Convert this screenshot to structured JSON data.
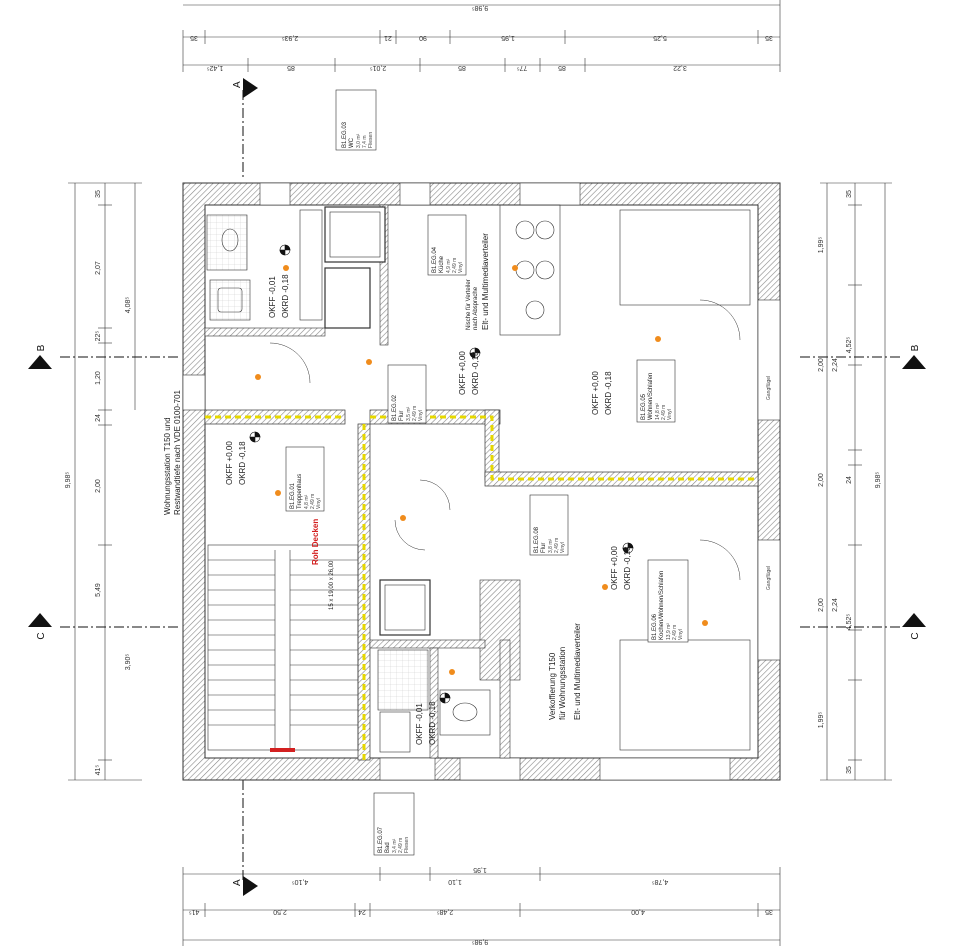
{
  "dims": {
    "top_total": "9,98⁵",
    "top_row1": [
      "35",
      "2,93⁵",
      "21",
      "90",
      "1,95",
      "5,25",
      "35"
    ],
    "top_row2": [
      "1,42⁵",
      "85",
      "2,01⁵",
      "85",
      "77⁵",
      "85",
      "3,22"
    ],
    "bottom_row1": [
      "4,10⁵",
      "1,10",
      "1,95",
      "4,78⁵"
    ],
    "bottom_row2": [
      "41⁵",
      "2,50",
      "24",
      "2,48⁵",
      "4,00",
      "35"
    ],
    "bottom_total": "9,98⁵",
    "left_outer": [
      "35",
      "2,07",
      "22⁵",
      "1,20",
      "24",
      "2,00",
      "5,49",
      "3,90⁵",
      "41⁵"
    ],
    "left_totals": [
      "4,08⁵",
      "9,98⁵"
    ],
    "right_inner": [
      "35",
      "1,99⁵",
      "2,00",
      "2,24",
      "24",
      "2,00",
      "2,24",
      "2,00",
      "1,99⁵",
      "35"
    ],
    "right_totals": [
      "4,52⁵",
      "9,98⁵",
      "4,52⁵"
    ]
  },
  "sections": {
    "a_top": "A",
    "a_bottom": "A",
    "b_left": "B",
    "b_right": "B",
    "c_left": "C",
    "c_right": "C"
  },
  "rooms": [
    {
      "id": "B1.EG.03",
      "name": "WC",
      "lines": [
        "3,0 m²",
        "7,4 m",
        "2,65 m",
        "Fliesen"
      ]
    },
    {
      "id": "B1.EG.04",
      "name": "Küche",
      "lines": [
        "4,9 m²",
        "8,0 m",
        "2,49 m",
        "Vinyl"
      ]
    },
    {
      "id": "B1.EG.02",
      "name": "Flur",
      "lines": [
        "3,5 m²",
        "7,2 m",
        "2,49 m",
        "Vinyl"
      ]
    },
    {
      "id": "B1.EG.01",
      "name": "Treppenhaus",
      "lines": [
        "4,8 m²",
        "8,6 m",
        "2,49 m",
        "Vinyl"
      ]
    },
    {
      "id": "B1.EG.05",
      "name": "Wohnen/Schlafen",
      "lines": [
        "14,8 m²",
        "17,1 m",
        "2,49 m",
        "Vinyl"
      ]
    },
    {
      "id": "B1.EG.08",
      "name": "Flur",
      "lines": [
        "3,8 m²",
        "8,9 m",
        "2,49 m",
        "Vinyl"
      ]
    },
    {
      "id": "B1.EG.06",
      "name": "Kochen/Wohnen/Schlafen",
      "lines": [
        "13,9 m²",
        "16,1 m",
        "2,49 m",
        "Vinyl"
      ]
    },
    {
      "id": "B1.EG.07",
      "name": "Bad",
      "lines": [
        "3,4 m²",
        "7,8 m",
        "2,49 m",
        "Fliesen"
      ]
    }
  ],
  "levels": {
    "okff": "OKFF +0,00",
    "okrd": "OKRD -0,18",
    "okff_wc": "OKFF -0,01",
    "okrd_wc": "OKRD -0,18"
  },
  "notes": {
    "stair": "15 x 19,00 x 26,00",
    "roh_decken": "Roh Decken",
    "wohnungsstation": "Wohnungsstation T150 und",
    "restwandtiefe": "Restwandtiefe nach VDE 0100-701",
    "verkoff": "Verkoffierung T150",
    "fuer_ws": "für Wohnungsstation",
    "elt_multi": "Elt- und Multimediaverteiler",
    "nische": "Nische für Verteiler",
    "nach_absprache": "nach Absprache",
    "gangfluegel": "Gangflügel"
  },
  "colors": {
    "wall_hatch": "#bfbfbf",
    "wall_line": "#333333",
    "insulation": "#e6d800",
    "light": "#f08c1c",
    "text_red": "#d32020"
  }
}
